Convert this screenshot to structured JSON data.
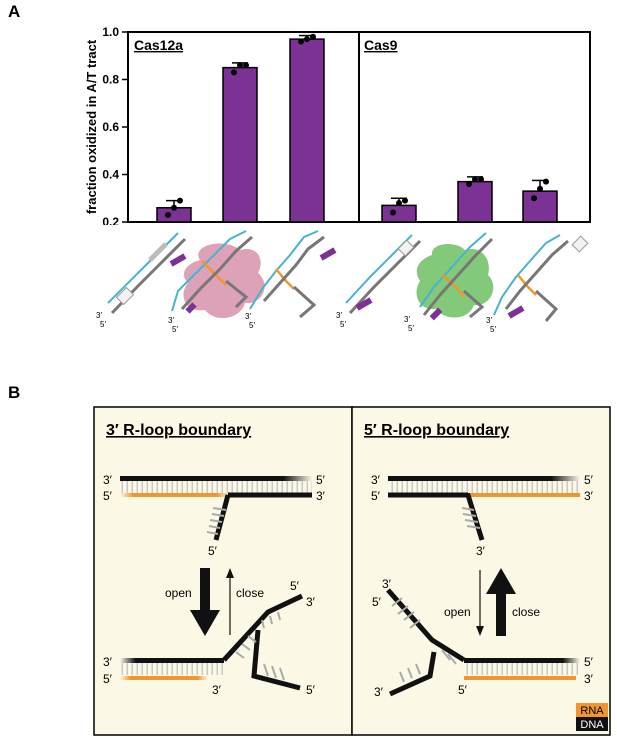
{
  "panel_a": {
    "letter": "A",
    "ylabel": "fraction oxidized in A/T tract",
    "yticks": [
      "0.2",
      "0.4",
      "0.6",
      "0.8",
      "1.0"
    ]
  },
  "panel_b": {
    "letter": "B",
    "left_title": "3′ R-loop boundary",
    "right_title": "5′ R-loop boundary",
    "end3": "3′",
    "end5": "5′",
    "open": "open",
    "close": "close",
    "legend_rna": "RNA",
    "legend_dna": "DNA"
  },
  "colors": {
    "bar": "#7b3294",
    "rna": "#f0962f",
    "dna": "#111111",
    "panel_bg": "#fbf8e6",
    "cas12a_blob": "#d48ba6",
    "cas9_blob": "#6cbf63",
    "guide": "#47b3cc"
  },
  "chart_data": [
    {
      "type": "bar",
      "title": "Cas12a",
      "categories": [
        "",
        "",
        ""
      ],
      "values": [
        0.26,
        0.85,
        0.97
      ],
      "errors": [
        0.03,
        0.02,
        0.015
      ],
      "points": [
        [
          0.23,
          0.26,
          0.29
        ],
        [
          0.83,
          0.86,
          0.86
        ],
        [
          0.96,
          0.97,
          0.98
        ]
      ],
      "ylabel": "fraction oxidized in A/T tract",
      "ylim": [
        0.2,
        1.0
      ],
      "yticks": [
        0.2,
        0.4,
        0.6,
        0.8,
        1.0
      ]
    },
    {
      "type": "bar",
      "title": "Cas9",
      "categories": [
        "",
        "",
        ""
      ],
      "values": [
        0.27,
        0.37,
        0.33
      ],
      "errors": [
        0.03,
        0.02,
        0.045
      ],
      "points": [
        [
          0.24,
          0.28,
          0.29
        ],
        [
          0.36,
          0.38,
          0.38
        ],
        [
          0.3,
          0.34,
          0.37
        ]
      ],
      "ylim": [
        0.2,
        1.0
      ]
    }
  ]
}
